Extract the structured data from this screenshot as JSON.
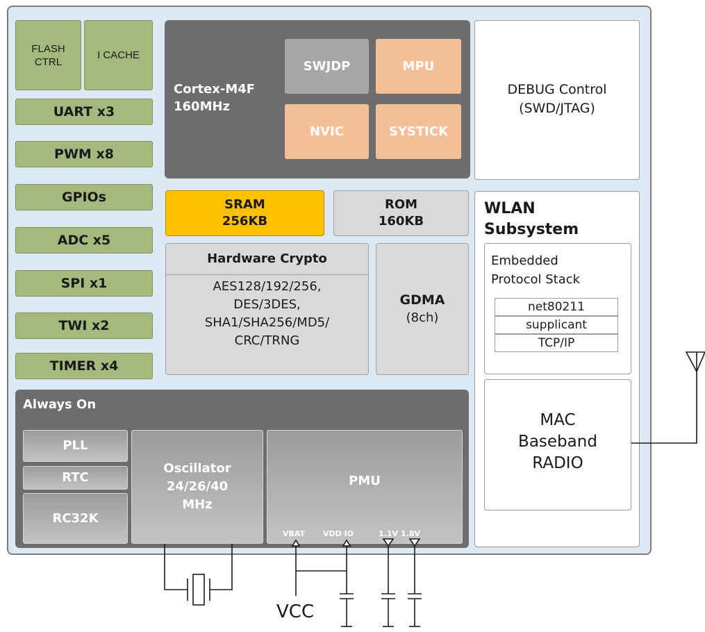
{
  "peripherals": {
    "flash_ctrl": "FLASH\nCTRL",
    "i_cache": "I CACHE",
    "uart": "UART x3",
    "pwm": "PWM x8",
    "gpios": "GPIOs",
    "adc": "ADC x5",
    "spi": "SPI x1",
    "twi": "TWI x2",
    "timer": "TIMER x4"
  },
  "cortex": {
    "label": "Cortex-M4F\n160MHz",
    "swjdp": "SWJDP",
    "mpu": "MPU",
    "nvic": "NVIC",
    "systick": "SYSTICK"
  },
  "debug": {
    "label": "DEBUG Control\n(SWD/JTAG)"
  },
  "memory": {
    "sram": "SRAM\n256KB",
    "rom": "ROM\n160KB"
  },
  "crypto": {
    "title": "Hardware Crypto",
    "body": "AES128/192/256,\nDES/3DES,\nSHA1/SHA256/MD5/\nCRC/TRNG"
  },
  "gdma": {
    "title": "GDMA",
    "subtitle": "(8ch)"
  },
  "wlan": {
    "title": "WLAN\nSubsystem",
    "stack_label": "Embedded\nProtocol Stack",
    "stack_items": [
      "net80211",
      "supplicant",
      "TCP/IP"
    ],
    "radio": "MAC\nBaseband\nRADIO"
  },
  "always_on": {
    "title": "Always On",
    "pll": "PLL",
    "rtc": "RTC",
    "rc32k": "RC32K",
    "oscillator": "Oscillator\n24/26/40\nMHz",
    "pmu": "PMU",
    "pins": {
      "vbat": "VBAT",
      "vdd_io": "VDD IO",
      "v11": "1.1V",
      "v18": "1.8V"
    }
  },
  "external": {
    "vcc": "VCC"
  },
  "colors": {
    "chip_bg": "#dce9f3",
    "peripheral_green": "#a6b97d",
    "cortex_dark": "#6d6d6d",
    "peach": "#f4be97",
    "sram_yellow": "#ffc000",
    "gray_block": "#d9d9d9"
  },
  "icons": [
    "antenna-icon",
    "crystal-icon",
    "capacitor-icon"
  ]
}
